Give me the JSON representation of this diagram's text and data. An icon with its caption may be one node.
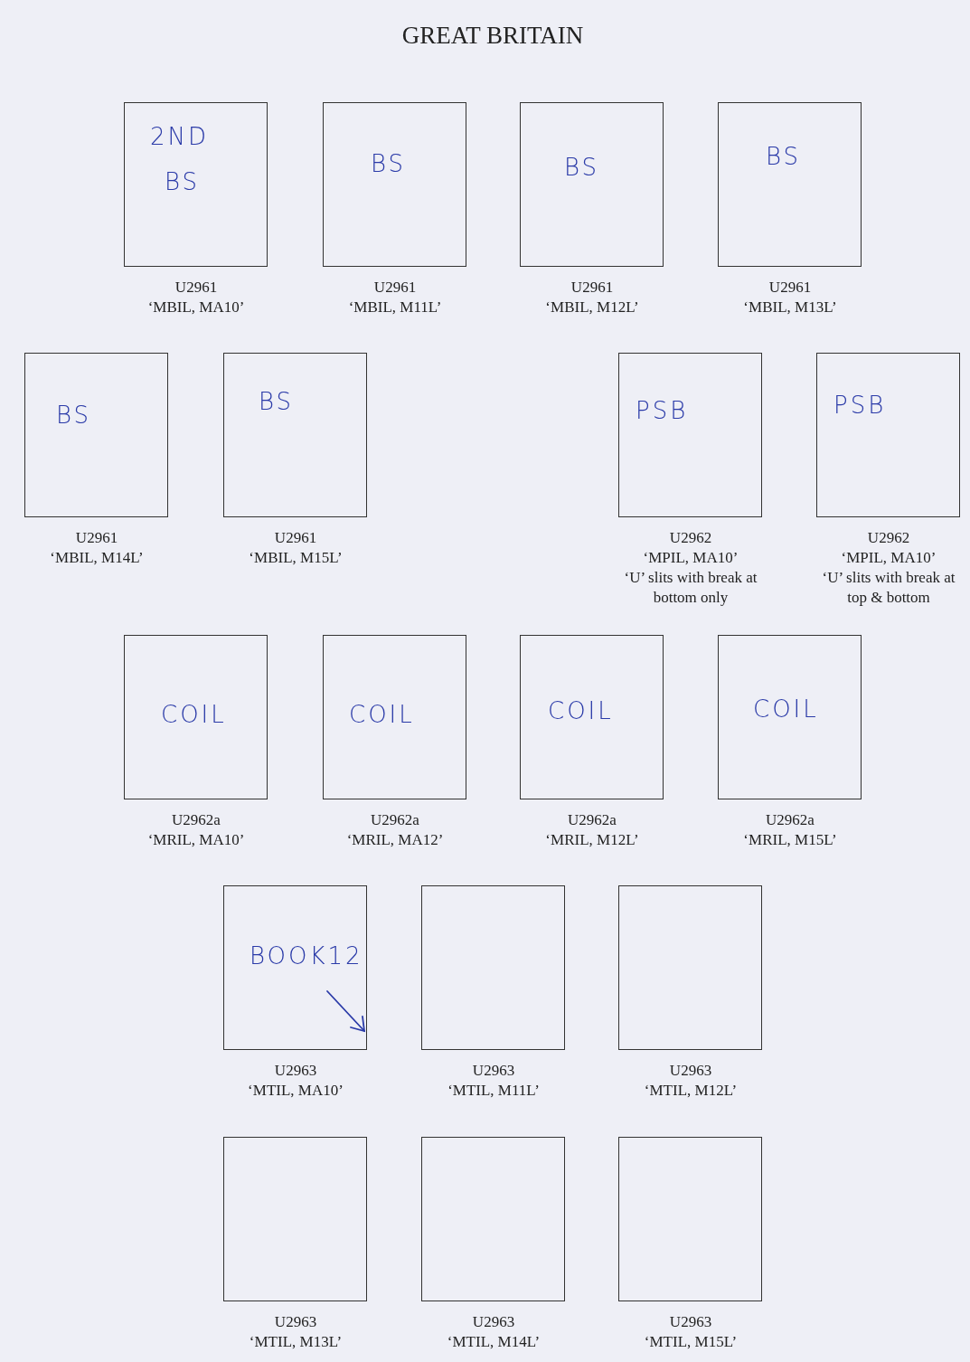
{
  "diagram": {
    "title": "GREAT BRITAIN",
    "nodes": [
      {
        "text": [
          "2ND",
          "BS"
        ],
        "beside": [
          "U2961",
          "‘MBIL, MA10’"
        ]
      },
      {
        "text": [
          "BS"
        ],
        "beside": [
          "U2961",
          "‘MBIL, M11L’"
        ]
      },
      {
        "text": [
          "BS"
        ],
        "beside": [
          "U2961",
          "‘MBIL, M12L’"
        ]
      },
      {
        "text": [
          "BS"
        ],
        "beside": [
          "U2961",
          "‘MBIL, M13L’"
        ]
      },
      {
        "text": [
          "BS"
        ],
        "beside": [
          "U2961",
          "‘MBIL, M14L’"
        ]
      },
      {
        "text": [
          "BS"
        ],
        "beside": [
          "U2961",
          "‘MBIL, M15L’"
        ]
      },
      {
        "text": [
          "PSB"
        ],
        "beside": [
          "U2962",
          "‘MPIL, MA10’",
          "‘U’ slits with break at bottom only"
        ]
      },
      {
        "text": [
          "PSB"
        ],
        "beside": [
          "U2962",
          "‘MPIL, MA10’",
          "‘U’ slits with break at top & bottom"
        ]
      },
      {
        "text": [
          "COIL"
        ],
        "beside": [
          "U2962a",
          "‘MRIL, MA10’"
        ]
      },
      {
        "text": [
          "COIL"
        ],
        "beside": [
          "U2962a",
          "‘MRIL, MA12’"
        ]
      },
      {
        "text": [
          "COIL"
        ],
        "beside": [
          "U2962a",
          "‘MRIL, M12L’"
        ]
      },
      {
        "text": [
          "COIL"
        ],
        "beside": [
          "U2962a",
          "‘MRIL, M15L’"
        ]
      },
      {
        "text": [
          "BOOK12"
        ],
        "beside": [
          "U2963",
          "‘MTIL, MA10’"
        ]
      },
      {
        "text": [],
        "shape": "box",
        "beside": [
          "U2963",
          "‘MTIL, M11L’"
        ]
      },
      {
        "text": [],
        "shape": "box",
        "beside": [
          "U2963",
          "‘MTIL, M12L’"
        ]
      },
      {
        "text": [],
        "shape": "box",
        "beside": [
          "U2963",
          "‘MTIL, M13L’"
        ]
      },
      {
        "text": [],
        "shape": "box",
        "beside": [
          "U2963",
          "‘MTIL, M14L’"
        ]
      },
      {
        "text": [],
        "shape": "box",
        "beside": [
          "U2963",
          "‘MTIL, M15L’"
        ]
      }
    ]
  }
}
